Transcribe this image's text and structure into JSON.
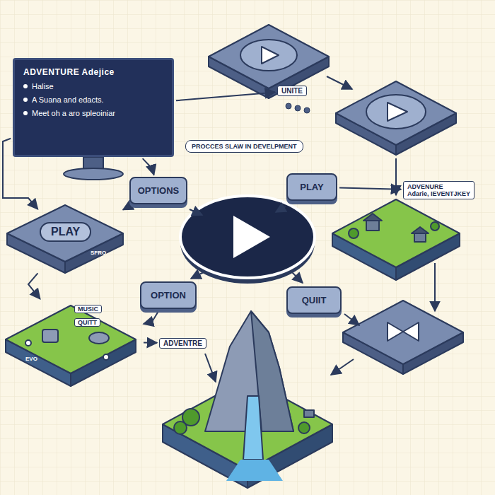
{
  "diagram": {
    "nodes": [
      {
        "text": [
          "ADVENTURE Adejice",
          "Halise",
          "A Suana and edacts.",
          "Meet oh a aro spleoiniar"
        ]
      },
      {
        "text": [
          "UNITE"
        ]
      },
      {
        "text": [
          "PROCCES SLAW IN DEVELPMENT"
        ]
      },
      {
        "text": [
          "OPTIONS"
        ]
      },
      {
        "text": [
          "PLAY"
        ]
      },
      {
        "text": [
          "PLAY",
          "SFRO"
        ]
      },
      {
        "text": [
          "ADVENURE",
          "Adarie, IEVENTJKEY"
        ]
      },
      {
        "text": [
          "MUSIC",
          "QUITT",
          "EVO"
        ]
      },
      {
        "text": [
          "OPTION"
        ]
      },
      {
        "text": [
          "QUIIT"
        ]
      },
      {
        "text": [
          "ADVENTRE"
        ]
      }
    ],
    "edges": [
      {
        "from": 0,
        "to": 1,
        "arrow": "to"
      },
      {
        "from": 0,
        "to": 3,
        "arrow": "to"
      },
      {
        "from": 0,
        "to": 5,
        "arrow": "to"
      },
      {
        "from": 3,
        "to": 5,
        "arrow": "to"
      },
      {
        "from": 4,
        "to": 6,
        "arrow": "to"
      },
      {
        "from": 5,
        "to": 7,
        "arrow": "to"
      },
      {
        "from": 8,
        "to": 7,
        "arrow": "to"
      },
      {
        "from": 7,
        "to": 10,
        "arrow": "to"
      }
    ]
  }
}
